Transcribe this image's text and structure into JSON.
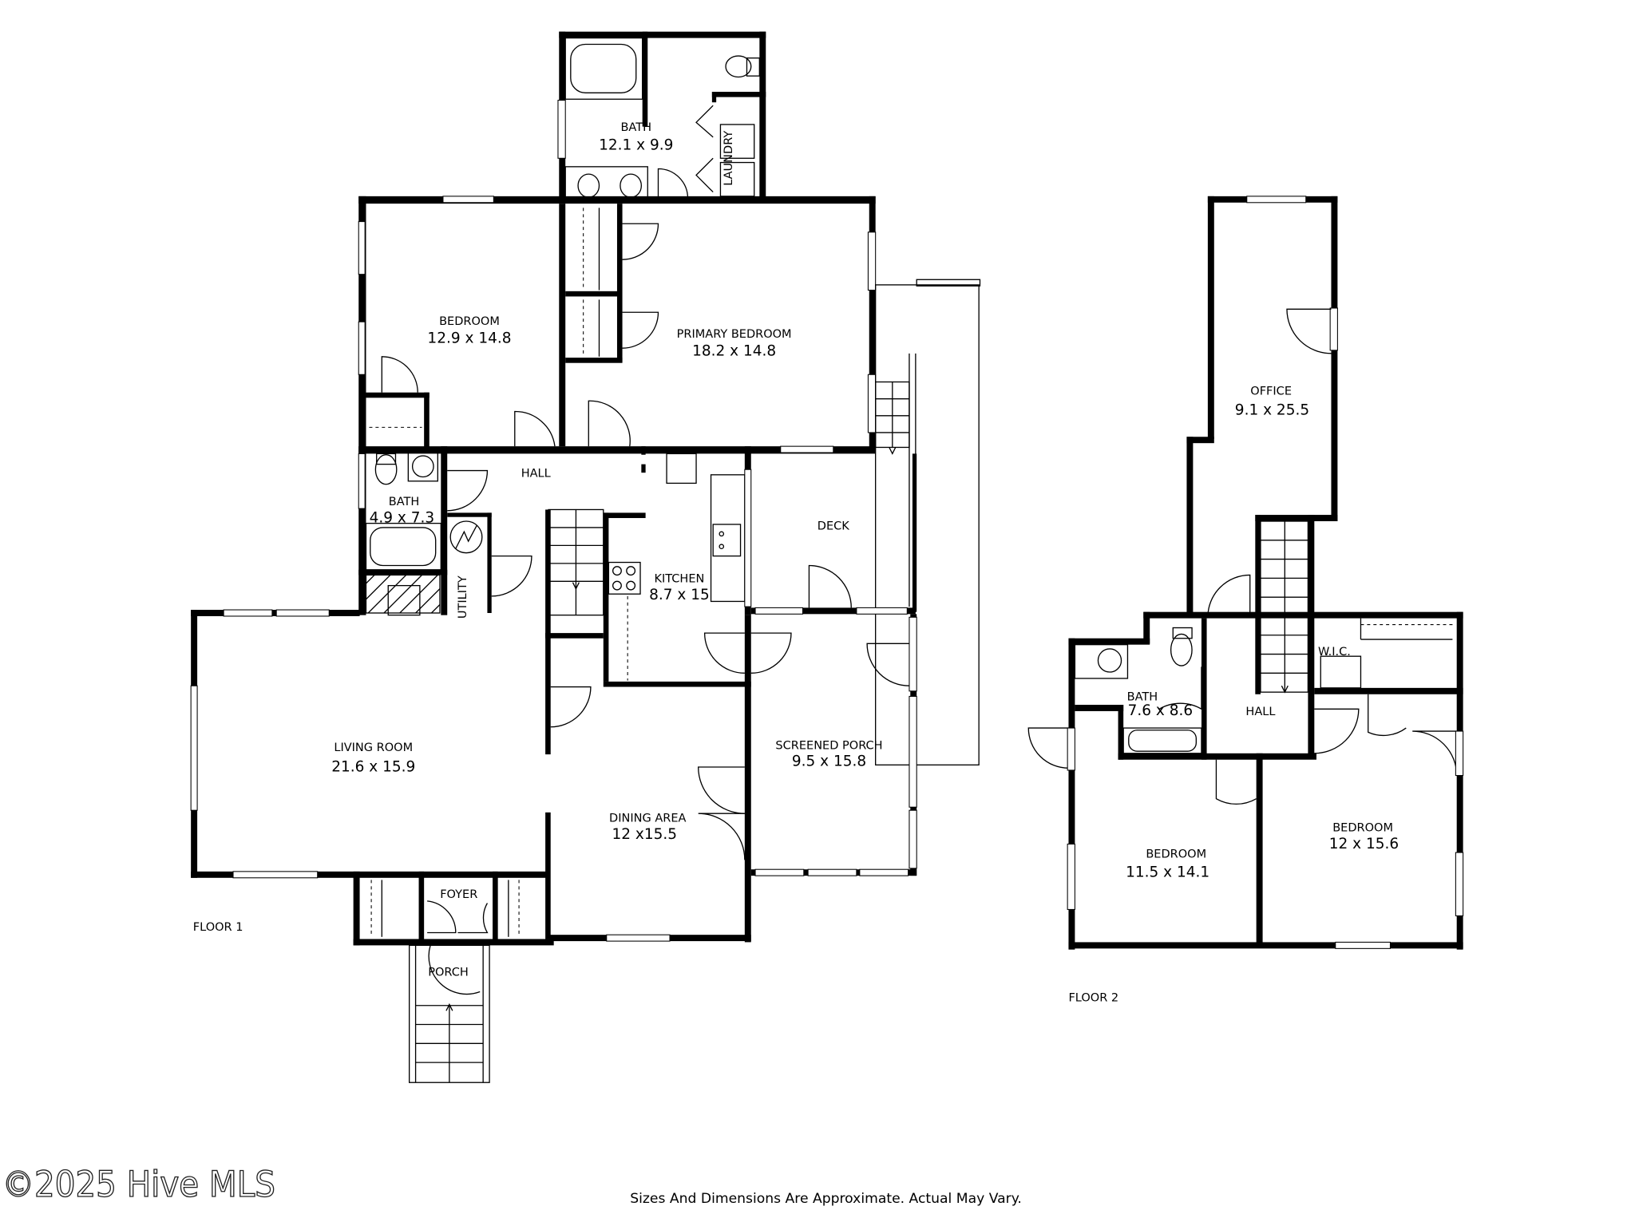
{
  "floor1": {
    "label": "FLOOR 1",
    "rooms": {
      "bath_primary": {
        "name": "BATH",
        "dims": "12.1 x 9.9"
      },
      "laundry": {
        "name": "LAUNDRY"
      },
      "bedroom": {
        "name": "BEDROOM",
        "dims": "12.9 x 14.8"
      },
      "primary_bedroom": {
        "name": "PRIMARY BEDROOM",
        "dims": "18.2 x 14.8"
      },
      "hall": {
        "name": "HALL"
      },
      "bath_hall": {
        "name": "BATH",
        "dims": "4.9 x 7.3"
      },
      "utility": {
        "name": "UTILITY"
      },
      "kitchen": {
        "name": "KITCHEN",
        "dims": "8.7 x 15"
      },
      "deck": {
        "name": "DECK"
      },
      "living_room": {
        "name": "LIVING ROOM",
        "dims": "21.6 x 15.9"
      },
      "dining_area": {
        "name": "DINING AREA",
        "dims": "12 x15.5"
      },
      "screened_porch": {
        "name": "SCREENED PORCH",
        "dims": "9.5 x 15.8"
      },
      "foyer": {
        "name": "FOYER"
      },
      "porch": {
        "name": "PORCH"
      }
    }
  },
  "floor2": {
    "label": "FLOOR 2",
    "rooms": {
      "office": {
        "name": "OFFICE",
        "dims": "9.1 x 25.5"
      },
      "wic": {
        "name": "W.I.C."
      },
      "bath": {
        "name": "BATH",
        "dims": "7.6 x 8.6"
      },
      "hall": {
        "name": "HALL"
      },
      "bedroom_left": {
        "name": "BEDROOM",
        "dims": "11.5 x 14.1"
      },
      "bedroom_right": {
        "name": "BEDROOM",
        "dims": "12 x 15.6"
      }
    }
  },
  "footer": {
    "watermark": "©2025 Hive MLS",
    "disclaimer": "Sizes And Dimensions Are Approximate. Actual May Vary."
  }
}
